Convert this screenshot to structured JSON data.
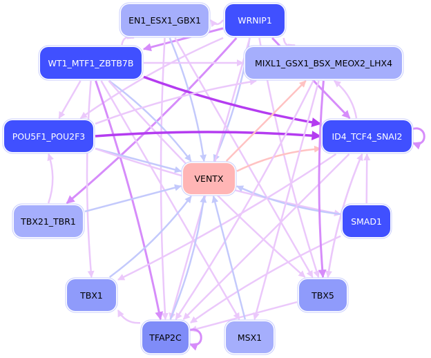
{
  "nodes": [
    {
      "id": "EN1_ESX1_GBX1",
      "label": "EN1_ESX1_GBX1",
      "color": "#a5aefc",
      "text_color": "#000000"
    },
    {
      "id": "WRNIP1",
      "label": "WRNIP1",
      "color": "#4050ff",
      "text_color": "#ffffff"
    },
    {
      "id": "WT1_MTF1_ZBTB7B",
      "label": "WT1_MTF1_ZBTB7B",
      "color": "#4050ff",
      "text_color": "#ffffff"
    },
    {
      "id": "MIXL1_GSX1_BSX_MEOX2_LHX4",
      "label": "MIXL1_GSX1_BSX_MEOX2_LHX4",
      "color": "#a5aefc",
      "text_color": "#000000"
    },
    {
      "id": "POU5F1_POU2F3",
      "label": "POU5F1_POU2F3",
      "color": "#4050ff",
      "text_color": "#ffffff"
    },
    {
      "id": "ID4_TCF4_SNAI2",
      "label": "ID4_TCF4_SNAI2",
      "color": "#4050ff",
      "text_color": "#ffffff"
    },
    {
      "id": "VENTX",
      "label": "VENTX",
      "color": "#ffb5b5",
      "text_color": "#000000"
    },
    {
      "id": "TBX21_TBR1",
      "label": "TBX21_TBR1",
      "color": "#a5aefc",
      "text_color": "#000000"
    },
    {
      "id": "SMAD1",
      "label": "SMAD1",
      "color": "#4050ff",
      "text_color": "#ffffff"
    },
    {
      "id": "TBX1",
      "label": "TBX1",
      "color": "#8f9bfb",
      "text_color": "#000000"
    },
    {
      "id": "TBX5",
      "label": "TBX5",
      "color": "#8f9bfb",
      "text_color": "#000000"
    },
    {
      "id": "TFAP2C",
      "label": "TFAP2C",
      "color": "#7f8cf8",
      "text_color": "#000000"
    },
    {
      "id": "MSX1",
      "label": "MSX1",
      "color": "#a5aefc",
      "text_color": "#000000"
    }
  ],
  "edge_colors": {
    "pink": "#ebc8fb",
    "purple": "#d68cfa",
    "strong": "#b43cf0",
    "blue": "#c3c9fc",
    "salmon": "#ffc2c2"
  },
  "edges": [
    {
      "s": "WRNIP1",
      "t": "EN1_ESX1_GBX1",
      "c": "pink"
    },
    {
      "s": "WRNIP1",
      "t": "WT1_MTF1_ZBTB7B",
      "c": "purple"
    },
    {
      "s": "WRNIP1",
      "t": "MIXL1_GSX1_BSX_MEOX2_LHX4",
      "c": "pink"
    },
    {
      "s": "WRNIP1",
      "t": "VENTX",
      "c": "blue"
    },
    {
      "s": "WRNIP1",
      "t": "ID4_TCF4_SNAI2",
      "c": "purple"
    },
    {
      "s": "WRNIP1",
      "t": "POU5F1_POU2F3",
      "c": "pink"
    },
    {
      "s": "WRNIP1",
      "t": "TBX21_TBR1",
      "c": "purple"
    },
    {
      "s": "WRNIP1",
      "t": "TFAP2C",
      "c": "pink"
    },
    {
      "s": "WRNIP1",
      "t": "TBX5",
      "c": "pink"
    },
    {
      "s": "EN1_ESX1_GBX1",
      "t": "VENTX",
      "c": "blue"
    },
    {
      "s": "EN1_ESX1_GBX1",
      "t": "TBX5",
      "c": "pink"
    },
    {
      "s": "EN1_ESX1_GBX1",
      "t": "TFAP2C",
      "c": "pink"
    },
    {
      "s": "WT1_MTF1_ZBTB7B",
      "t": "EN1_ESX1_GBX1",
      "c": "pink"
    },
    {
      "s": "WT1_MTF1_ZBTB7B",
      "t": "MIXL1_GSX1_BSX_MEOX2_LHX4",
      "c": "pink"
    },
    {
      "s": "WT1_MTF1_ZBTB7B",
      "t": "ID4_TCF4_SNAI2",
      "c": "strong"
    },
    {
      "s": "WT1_MTF1_ZBTB7B",
      "t": "VENTX",
      "c": "blue"
    },
    {
      "s": "WT1_MTF1_ZBTB7B",
      "t": "POU5F1_POU2F3",
      "c": "pink"
    },
    {
      "s": "WT1_MTF1_ZBTB7B",
      "t": "TBX1",
      "c": "pink"
    },
    {
      "s": "WT1_MTF1_ZBTB7B",
      "t": "TFAP2C",
      "c": "purple"
    },
    {
      "s": "WT1_MTF1_ZBTB7B",
      "t": "MSX1",
      "c": "pink"
    },
    {
      "s": "WT1_MTF1_ZBTB7B",
      "t": "TBX5",
      "c": "pink"
    },
    {
      "s": "POU5F1_POU2F3",
      "t": "ID4_TCF4_SNAI2",
      "c": "strong"
    },
    {
      "s": "POU5F1_POU2F3",
      "t": "VENTX",
      "c": "blue"
    },
    {
      "s": "POU5F1_POU2F3",
      "t": "SMAD1",
      "c": "pink"
    },
    {
      "s": "POU5F1_POU2F3",
      "t": "MIXL1_GSX1_BSX_MEOX2_LHX4",
      "c": "pink"
    },
    {
      "s": "TBX21_TBR1",
      "t": "VENTX",
      "c": "blue"
    },
    {
      "s": "TBX21_TBR1",
      "t": "POU5F1_POU2F3",
      "c": "pink"
    },
    {
      "s": "SMAD1",
      "t": "VENTX",
      "c": "blue"
    },
    {
      "s": "SMAD1",
      "t": "ID4_TCF4_SNAI2",
      "c": "pink"
    },
    {
      "s": "SMAD1",
      "t": "TFAP2C",
      "c": "pink"
    },
    {
      "s": "VENTX",
      "t": "ID4_TCF4_SNAI2",
      "c": "salmon"
    },
    {
      "s": "VENTX",
      "t": "MIXL1_GSX1_BSX_MEOX2_LHX4",
      "c": "salmon"
    },
    {
      "s": "ID4_TCF4_SNAI2",
      "t": "MIXL1_GSX1_BSX_MEOX2_LHX4",
      "c": "pink"
    },
    {
      "s": "ID4_TCF4_SNAI2",
      "t": "TBX1",
      "c": "pink"
    },
    {
      "s": "ID4_TCF4_SNAI2",
      "t": "TFAP2C",
      "c": "pink"
    },
    {
      "s": "ID4_TCF4_SNAI2",
      "t": "TBX5",
      "c": "pink"
    },
    {
      "s": "TBX5",
      "t": "ID4_TCF4_SNAI2",
      "c": "pink"
    },
    {
      "s": "TBX5",
      "t": "TFAP2C",
      "c": "pink"
    },
    {
      "s": "MIXL1_GSX1_BSX_MEOX2_LHX4",
      "t": "TBX5",
      "c": "purple"
    },
    {
      "s": "MIXL1_GSX1_BSX_MEOX2_LHX4",
      "t": "TFAP2C",
      "c": "pink"
    },
    {
      "s": "MIXL1_GSX1_BSX_MEOX2_LHX4",
      "t": "MSX1",
      "c": "pink"
    },
    {
      "s": "TFAP2C",
      "t": "VENTX",
      "c": "blue"
    },
    {
      "s": "TFAP2C",
      "t": "TBX1",
      "c": "pink"
    },
    {
      "s": "MSX1",
      "t": "VENTX",
      "c": "blue"
    },
    {
      "s": "TBX1",
      "t": "VENTX",
      "c": "blue"
    },
    {
      "s": "ID4_TCF4_SNAI2",
      "t": "ID4_TCF4_SNAI2",
      "c": "purple"
    },
    {
      "s": "TFAP2C",
      "t": "TFAP2C",
      "c": "purple"
    }
  ]
}
